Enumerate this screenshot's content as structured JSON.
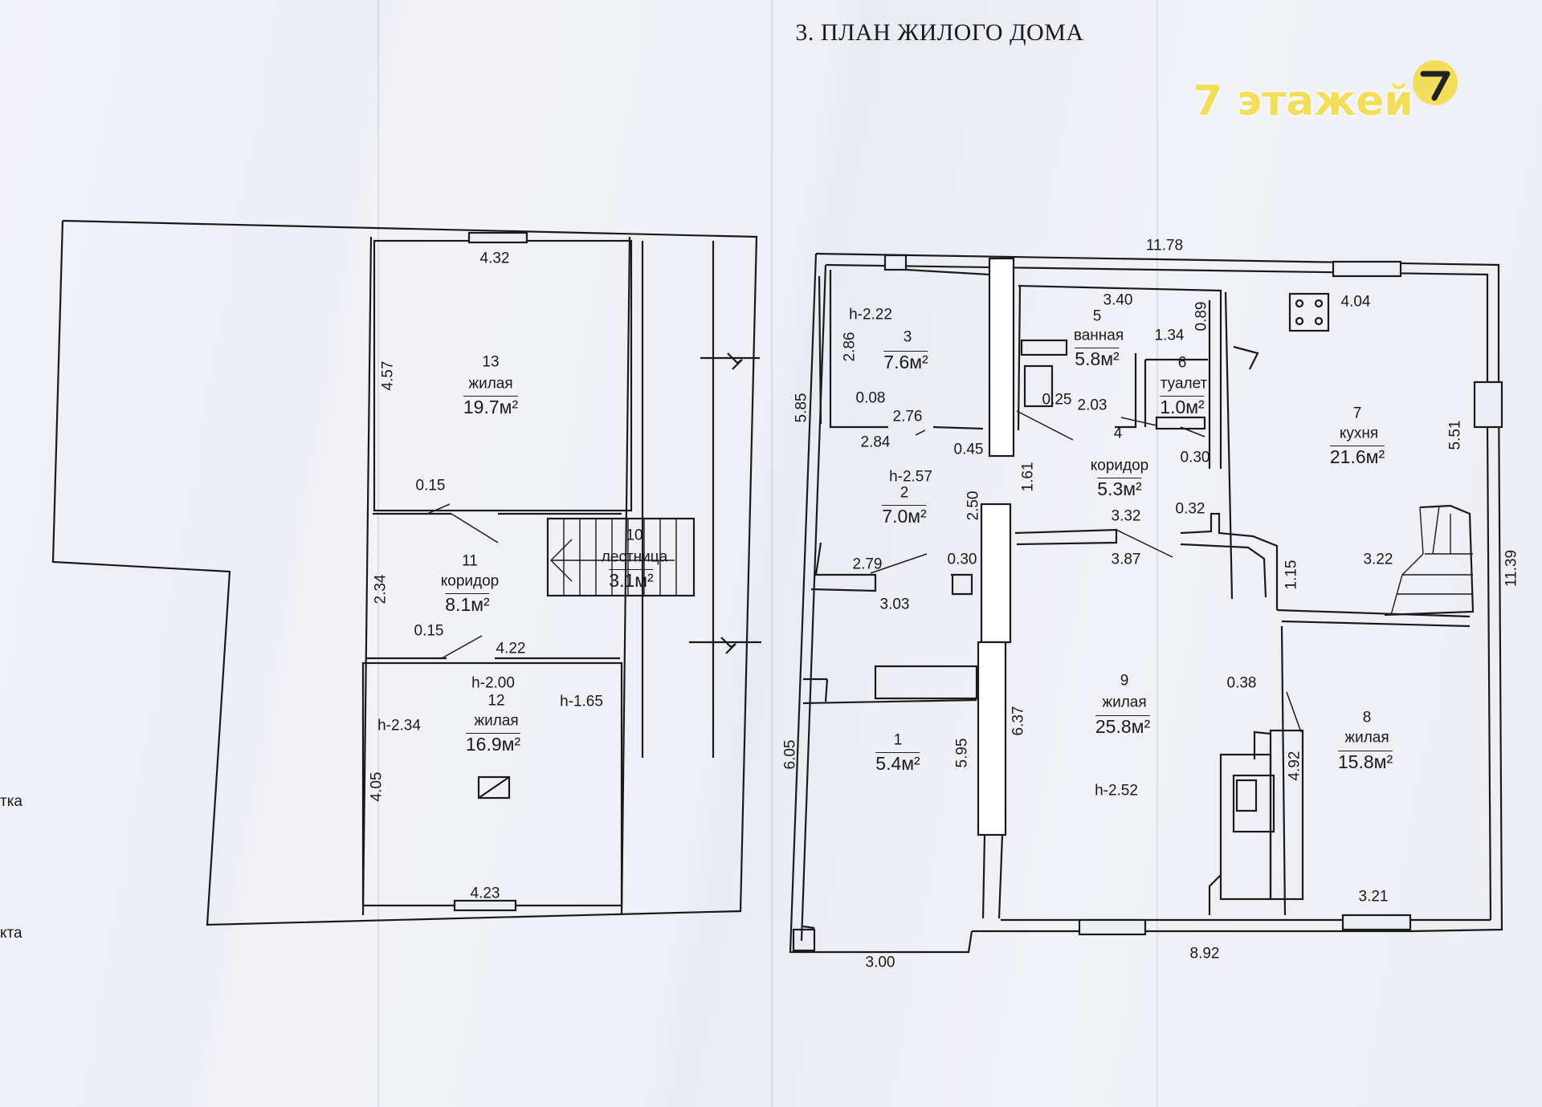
{
  "title": "3. ПЛАН ЖИЛОГО ДОМА",
  "watermark": {
    "text": "7 этажей",
    "icon": "seven-logo-icon",
    "color": "#f3de5c"
  },
  "margin_fragments": [
    "тка",
    "кта"
  ],
  "rooms": [
    {
      "id": "room-13",
      "number": "13",
      "name": "жилая",
      "area": "19.7м²"
    },
    {
      "id": "room-11",
      "number": "11",
      "name": "коридор",
      "area": "8.1м²"
    },
    {
      "id": "room-10",
      "number": "10",
      "name": "лестница",
      "area": "3.1м²"
    },
    {
      "id": "room-12",
      "number": "12",
      "name": "жилая",
      "area": "16.9м²"
    },
    {
      "id": "room-3",
      "number": "3",
      "name": "",
      "area": "7.6м²"
    },
    {
      "id": "room-5",
      "number": "5",
      "name": "ванная",
      "area": "5.8м²"
    },
    {
      "id": "room-6",
      "number": "6",
      "name": "туалет",
      "area": "1.0м²"
    },
    {
      "id": "room-7",
      "number": "7",
      "name": "кухня",
      "area": "21.6м²"
    },
    {
      "id": "room-4",
      "number": "4",
      "name": "коридор",
      "area": "5.3м²"
    },
    {
      "id": "room-2",
      "number": "2",
      "name": "",
      "area": "7.0м²"
    },
    {
      "id": "room-1",
      "number": "1",
      "name": "",
      "area": "5.4м²"
    },
    {
      "id": "room-9",
      "number": "9",
      "name": "жилая",
      "area": "25.8м²"
    },
    {
      "id": "room-8",
      "number": "8",
      "name": "жилая",
      "area": "15.8м²"
    }
  ],
  "heights": [
    "h-2.00",
    "h-2.34",
    "h-1.65",
    "h-2.22",
    "h-2.57",
    "h-2.52"
  ],
  "dimensions": [
    "4.32",
    "4.57",
    "0.15",
    "2.34",
    "0.15",
    "4.22",
    "4.05",
    "4.23",
    "11.78",
    "3.40",
    "0.89",
    "1.34",
    "4.04",
    "2.86",
    "5.85",
    "0.08",
    "2.76",
    "0.25",
    "2.03",
    "2.84",
    "0.45",
    "1.61",
    "0.30",
    "5.51",
    "2.50",
    "3.32",
    "0.32",
    "3.87",
    "2.79",
    "0.30",
    "3.03",
    "1.15",
    "3.22",
    "11.39",
    "0.38",
    "6.05",
    "5.95",
    "6.37",
    "4.92",
    "3.21",
    "3.00",
    "8.92"
  ]
}
